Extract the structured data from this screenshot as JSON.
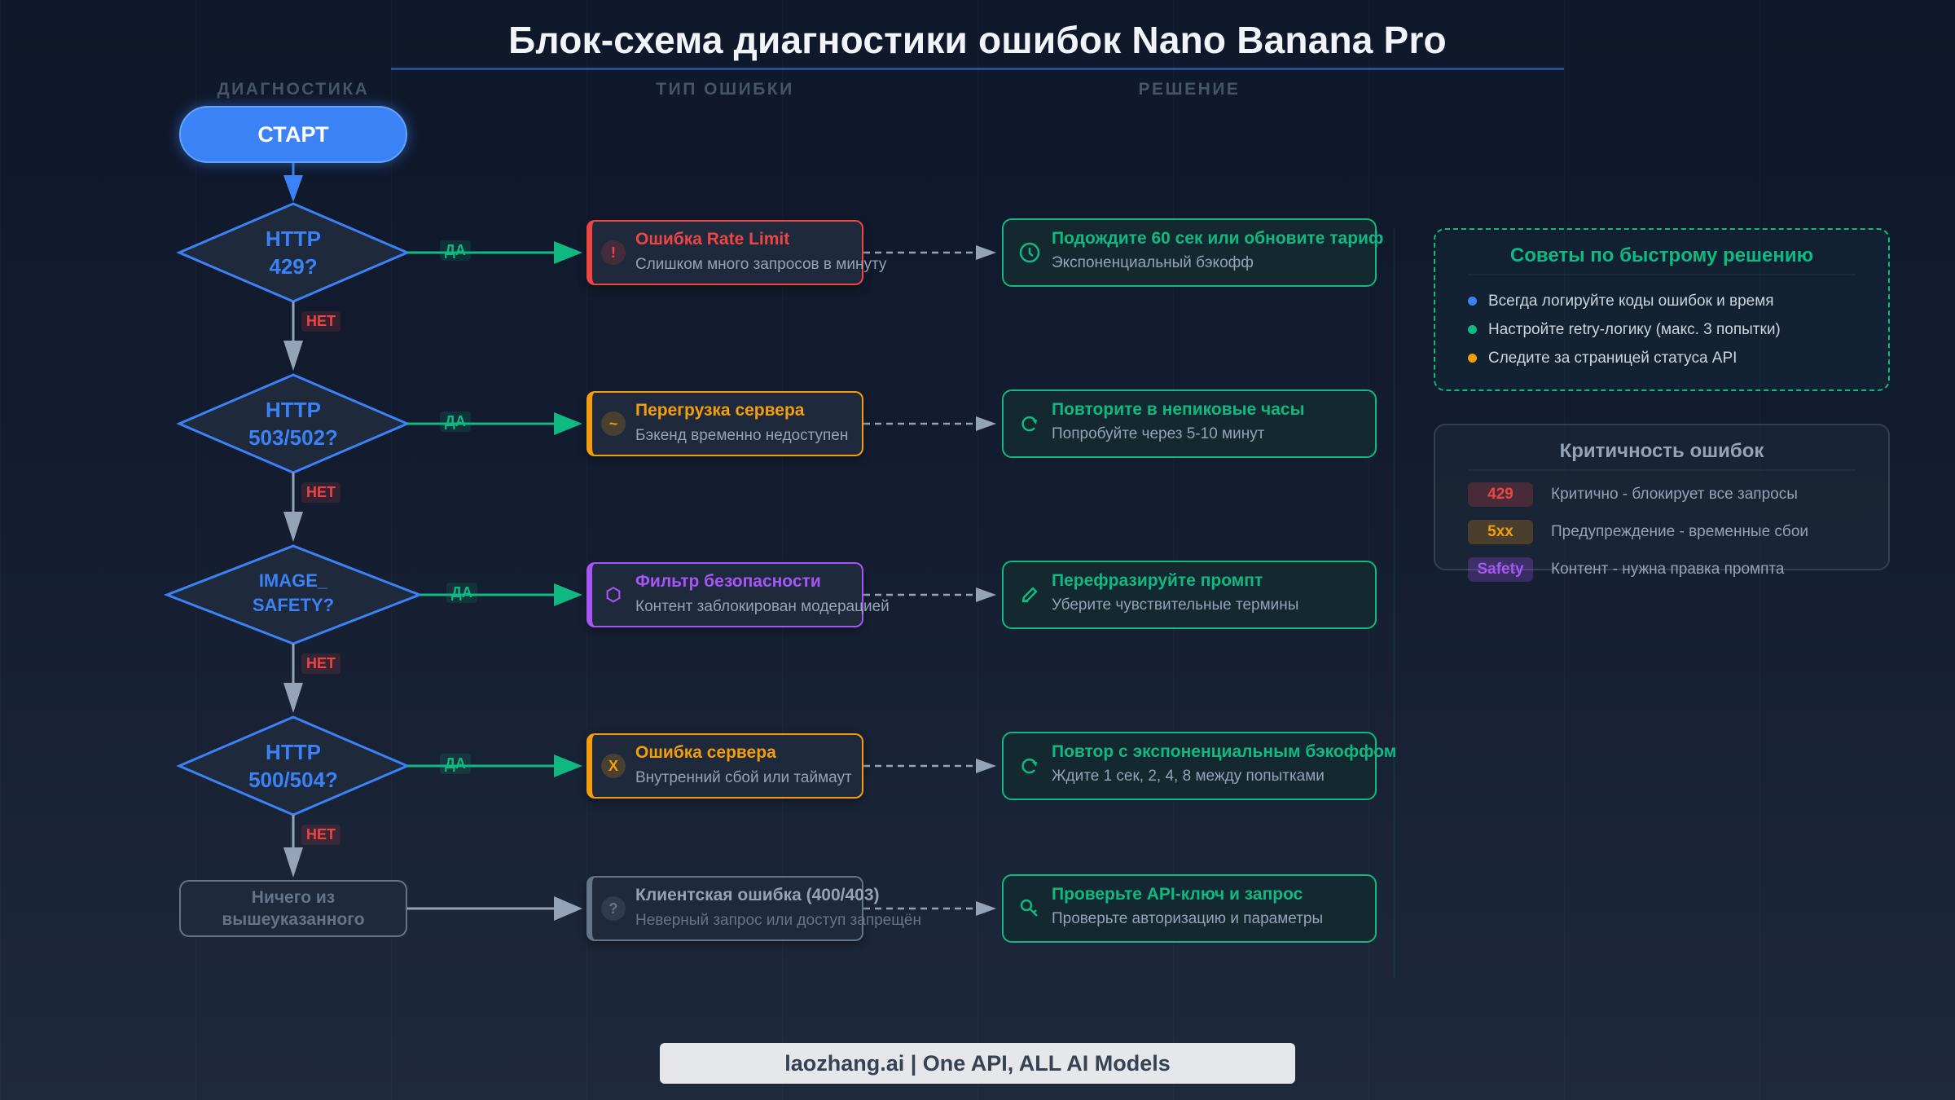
{
  "title": "Блок-схема диагностики ошибок Nano Banana Pro",
  "columns": [
    "ДИАГНОСТИКА",
    "ТИП ОШИБКИ",
    "РЕШЕНИЕ"
  ],
  "start_label": "СТАРТ",
  "yes_label": "ДА",
  "no_label": "НЕТ",
  "decisions": [
    {
      "line1": "HTTP",
      "line2": "429?"
    },
    {
      "line1": "HTTP",
      "line2": "503/502?"
    },
    {
      "line1": "IMAGE_",
      "line2": "SAFETY?"
    },
    {
      "line1": "HTTP",
      "line2": "500/504?"
    }
  ],
  "fallback": {
    "line1": "Ничего из",
    "line2": "вышеуказанного"
  },
  "errors": [
    {
      "title": "Ошибка Rate Limit",
      "subtitle": "Слишком много запросов в минуту",
      "icon": "!",
      "icon_name": "exclamation-icon",
      "color": "#ef4444"
    },
    {
      "title": "Перегрузка сервера",
      "subtitle": "Бэкенд временно недоступен",
      "icon": "~",
      "icon_name": "wave-icon",
      "color": "#f59e0b"
    },
    {
      "title": "Фильтр безопасности",
      "subtitle": "Контент заблокирован модерацией",
      "icon": "⬡",
      "icon_name": "shield-icon",
      "color": "#a855f7"
    },
    {
      "title": "Ошибка сервера",
      "subtitle": "Внутренний сбой или таймаут",
      "icon": "X",
      "icon_name": "x-icon",
      "color": "#f59e0b"
    },
    {
      "title": "Клиентская ошибка (400/403)",
      "subtitle": "Неверный запрос или доступ запрещён",
      "icon": "?",
      "icon_name": "question-icon",
      "color": "#64748b"
    }
  ],
  "solutions": [
    {
      "title": "Подождите 60 сек или обновите тариф",
      "subtitle": "Экспоненциальный бэкофф",
      "icon_name": "clock-icon"
    },
    {
      "title": "Повторите в непиковые часы",
      "subtitle": "Попробуйте через 5-10 минут",
      "icon_name": "refresh-icon"
    },
    {
      "title": "Перефразируйте промпт",
      "subtitle": "Уберите чувствительные термины",
      "icon_name": "pencil-icon"
    },
    {
      "title": "Повтор с экспоненциальным бэкоффом",
      "subtitle": "Ждите 1 сек, 2, 4, 8 между попытками",
      "icon_name": "refresh-icon"
    },
    {
      "title": "Проверьте API-ключ и запрос",
      "subtitle": "Проверьте авторизацию и параметры",
      "icon_name": "key-icon"
    }
  ],
  "tips": {
    "title": "Советы по быстрому решению",
    "items": [
      {
        "text": "Всегда логируйте коды ошибок и время",
        "color": "#3b82f6"
      },
      {
        "text": "Настройте retry-логику (макс. 3 попытки)",
        "color": "#10b981"
      },
      {
        "text": "Следите за страницей статуса API",
        "color": "#f59e0b"
      }
    ]
  },
  "severity": {
    "title": "Критичность ошибок",
    "items": [
      {
        "badge": "429",
        "text": "Критично - блокирует все запросы",
        "color": "#ef4444"
      },
      {
        "badge": "5xx",
        "text": "Предупреждение - временные сбои",
        "color": "#f59e0b"
      },
      {
        "badge": "Safety",
        "text": "Контент - нужна правка промпта",
        "color": "#a855f7"
      }
    ]
  },
  "footer": "laozhang.ai | One API, ALL AI Models",
  "colors": {
    "primary": "#3b82f6",
    "success": "#10b981",
    "danger": "#ef4444",
    "warning": "#f59e0b",
    "safety": "#a855f7",
    "neutral": "#64748b"
  }
}
